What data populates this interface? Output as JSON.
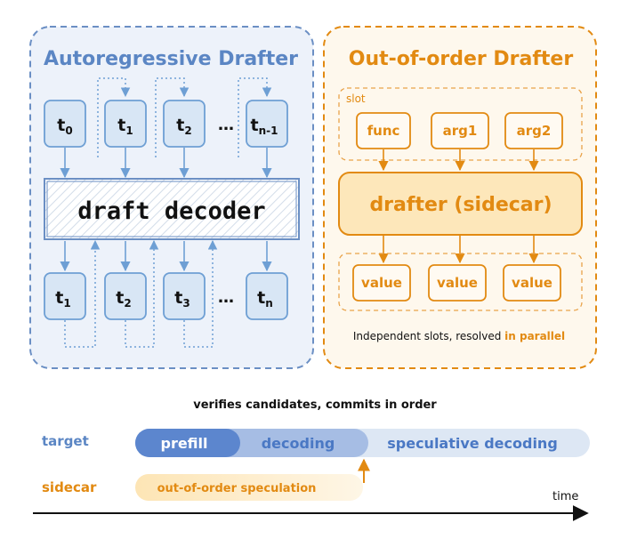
{
  "colors": {
    "blue": "#5b86c4",
    "blue_light": "#edf2fa",
    "token_fill": "#d8e6f5",
    "orange": "#e28a12",
    "orange_light": "#fef8ed",
    "drafter_fill": "#fde7ba"
  },
  "left_panel": {
    "title": "Autoregressive Drafter",
    "decoder_label": "draft decoder",
    "ellipsis": "…",
    "input_tokens": [
      {
        "base": "t",
        "sub": "0"
      },
      {
        "base": "t",
        "sub": "1"
      },
      {
        "base": "t",
        "sub": "2"
      },
      {
        "base": "t",
        "sub": "n-1"
      }
    ],
    "output_tokens": [
      {
        "base": "t",
        "sub": "1"
      },
      {
        "base": "t",
        "sub": "2"
      },
      {
        "base": "t",
        "sub": "3"
      },
      {
        "base": "t",
        "sub": "n"
      }
    ]
  },
  "right_panel": {
    "title": "Out-of-order Drafter",
    "slot_label": "slot",
    "slots": [
      "func",
      "arg1",
      "arg2"
    ],
    "drafter_label": "drafter (sidecar)",
    "values": [
      "value",
      "value",
      "value"
    ],
    "caption_prefix": "Independent slots, resolved ",
    "caption_highlight": "in parallel"
  },
  "timeline": {
    "caption": "verifies candidates, commits in order",
    "target_label": "target",
    "sidecar_label": "sidecar",
    "target_segments": [
      "prefill",
      "decoding",
      "speculative decoding"
    ],
    "sidecar_segment": "out-of-order speculation",
    "axis_label": "time"
  }
}
